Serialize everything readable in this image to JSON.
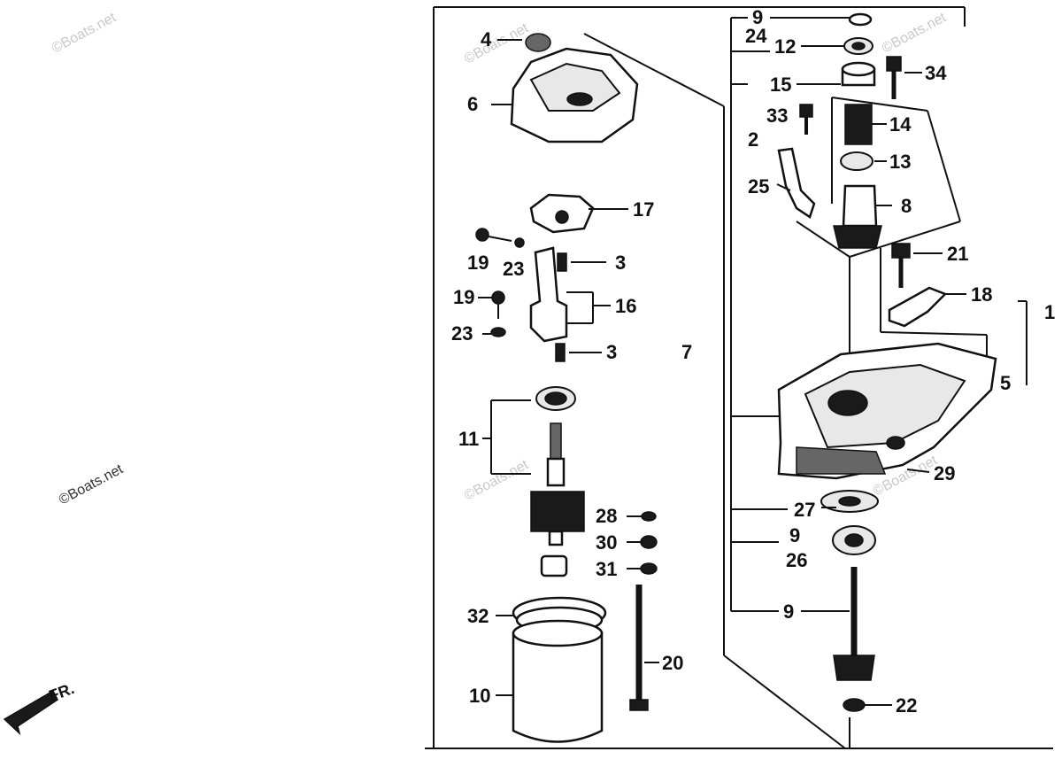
{
  "diagram": {
    "watermark": "©Boats.net",
    "direction_label": "FR.",
    "callouts": [
      "1",
      "2",
      "3",
      "3",
      "4",
      "5",
      "6",
      "7",
      "8",
      "9",
      "9",
      "9",
      "10",
      "11",
      "12",
      "13",
      "14",
      "15",
      "16",
      "17",
      "18",
      "19",
      "19",
      "20",
      "21",
      "22",
      "23",
      "23",
      "24",
      "25",
      "26",
      "27",
      "28",
      "29",
      "30",
      "31",
      "32",
      "33",
      "34"
    ]
  }
}
